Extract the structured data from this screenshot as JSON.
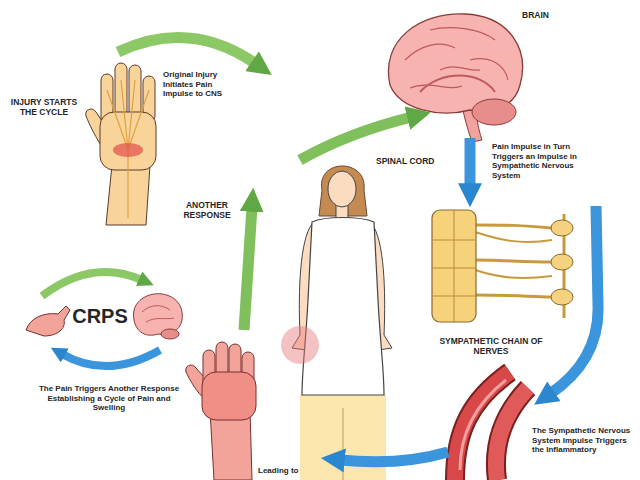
{
  "diagram": {
    "labels": [
      "INJURY STARTS THE CYCLE",
      "Original Injury Initiates Pain Impulse to CNS",
      "BRAIN",
      "SPINAL CORD",
      "Pain Impulse in Turn Triggers an Impulse in Sympathetic Nervous System",
      "ANOTHER RESPONSE",
      "SYMPATHETIC CHAIN OF NERVES",
      "CRPS",
      "The Pain Triggers Another Response Establishing a Cycle of Pain and Swelling",
      "The Sympathetic Nervous System Impulse Triggers the Inflammatory",
      "Leading to"
    ]
  }
}
